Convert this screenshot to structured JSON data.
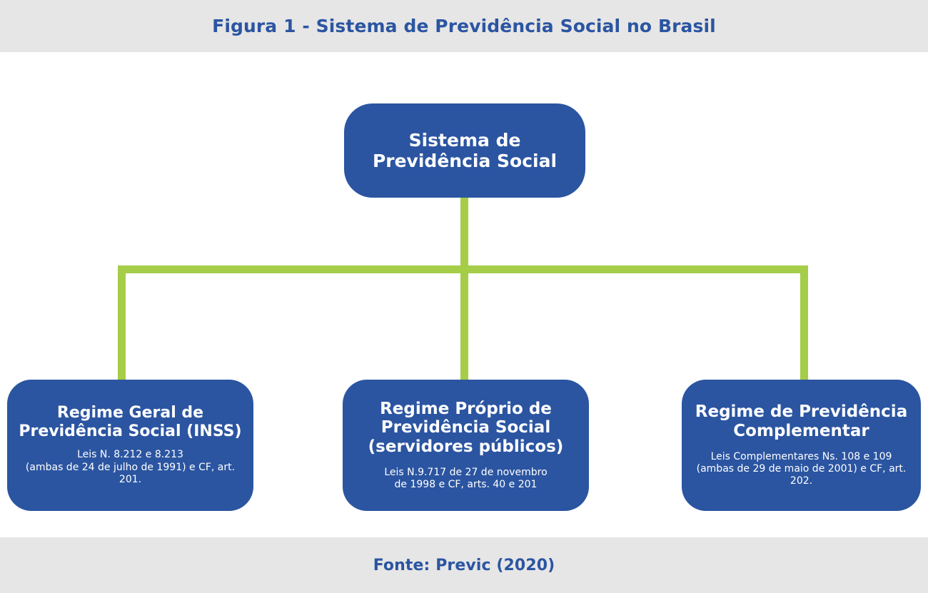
{
  "figure": {
    "title": "Figura 1 - Sistema de Previdência Social no Brasil",
    "source": "Fonte: Previc (2020)"
  },
  "colors": {
    "band_background": "#e6e6e6",
    "title_text": "#2b55a1",
    "node_fill": "#2b55a1",
    "node_text": "#ffffff",
    "connector": "#a5cd48",
    "canvas_background": "#ffffff"
  },
  "diagram": {
    "type": "hierarchy-tree",
    "root": {
      "id": "sistema-previdencia-social",
      "title_line1": "Sistema de",
      "title_line2": "Previdência Social",
      "subtitle": ""
    },
    "children": [
      {
        "id": "regime-geral-previdencia-social-inss",
        "title_line1": "Regime Geral de",
        "title_line2": "Previdência Social (INSS)",
        "sub_line1": "Leis N. 8.212 e 8.213",
        "sub_line2": "(ambas de 24 de julho de 1991) e CF, art. 201.",
        "sub_line3": ""
      },
      {
        "id": "regime-proprio-previdencia-social",
        "title_line1": "Regime Próprio de",
        "title_line2": "Previdência Social",
        "title_line3": "(servidores públicos)",
        "sub_line1": "Leis N.9.717 de 27 de novembro",
        "sub_line2": "de 1998 e CF, arts. 40 e 201",
        "sub_line3": ""
      },
      {
        "id": "regime-previdencia-complementar",
        "title_line1": "Regime de Previdência",
        "title_line2": "Complementar",
        "sub_line1": "Leis Complementares Ns. 108 e 109",
        "sub_line2": "(ambas de 29 de maio de 2001) e CF, art. 202.",
        "sub_line3": ""
      }
    ]
  }
}
